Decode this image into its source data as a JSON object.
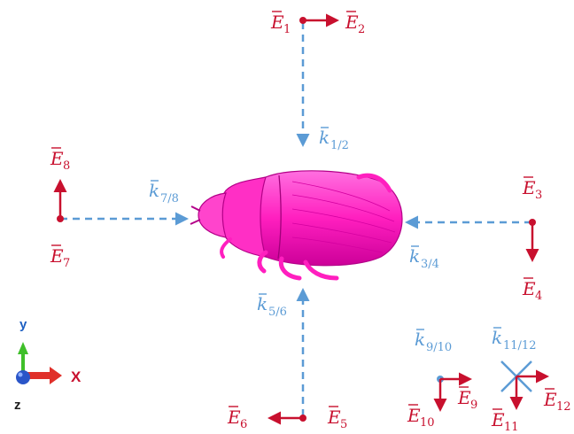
{
  "colors": {
    "field": "#c8102e",
    "wave": "#5b9bd5",
    "beetle": "#ff1fbf",
    "axis_x": "#e0302a",
    "axis_y": "#3fbf2a",
    "axis_z": "#2a55c8"
  },
  "icons": [
    "beetle-model",
    "axis-triad-icon"
  ],
  "labels": {
    "E1": {
      "base": "E",
      "sub": "1"
    },
    "E2": {
      "base": "E",
      "sub": "2"
    },
    "E3": {
      "base": "E",
      "sub": "3"
    },
    "E4": {
      "base": "E",
      "sub": "4"
    },
    "E5": {
      "base": "E",
      "sub": "5"
    },
    "E6": {
      "base": "E",
      "sub": "6"
    },
    "E7": {
      "base": "E",
      "sub": "7"
    },
    "E8": {
      "base": "E",
      "sub": "8"
    },
    "E9": {
      "base": "E",
      "sub": "9"
    },
    "E10": {
      "base": "E",
      "sub": "10"
    },
    "E11": {
      "base": "E",
      "sub": "11"
    },
    "E12": {
      "base": "E",
      "sub": "12"
    },
    "k12": {
      "base": "k",
      "sub": "1/2"
    },
    "k34": {
      "base": "k",
      "sub": "3/4"
    },
    "k56": {
      "base": "k",
      "sub": "5/6"
    },
    "k78": {
      "base": "k",
      "sub": "7/8"
    },
    "k910": {
      "base": "k",
      "sub": "9/10"
    },
    "k1112": {
      "base": "k",
      "sub": "11/12"
    }
  },
  "axes": {
    "x": "X",
    "y": "y",
    "z": "z"
  }
}
